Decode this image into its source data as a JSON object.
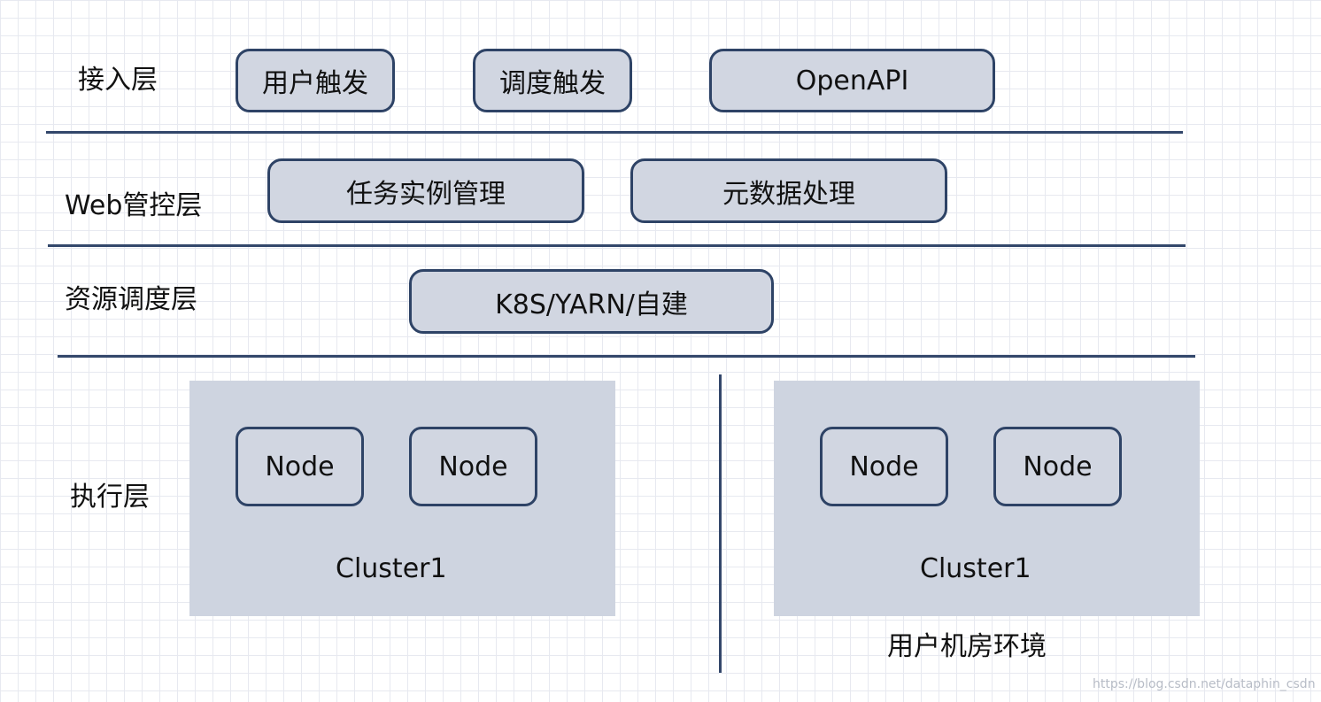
{
  "layers": {
    "access": {
      "label": "接入层",
      "items": [
        "用户触发",
        "调度触发",
        "OpenAPI"
      ]
    },
    "web": {
      "label": "Web管控层",
      "items": [
        "任务实例管理",
        "元数据处理"
      ]
    },
    "resource": {
      "label": "资源调度层",
      "items": [
        "K8S/YARN/自建"
      ]
    },
    "execution": {
      "label": "执行层",
      "clusters": [
        {
          "label": "Cluster1",
          "nodes": [
            "Node",
            "Node"
          ]
        },
        {
          "label": "Cluster1",
          "nodes": [
            "Node",
            "Node"
          ]
        }
      ],
      "environment_label": "用户机房环境"
    }
  },
  "watermark": "https://blog.csdn.net/dataphin_csdn",
  "colors": {
    "box_fill": "#d1d6e1",
    "box_border": "#2e4366",
    "divider": "#33476b",
    "cluster_fill": "#ced4e0"
  }
}
